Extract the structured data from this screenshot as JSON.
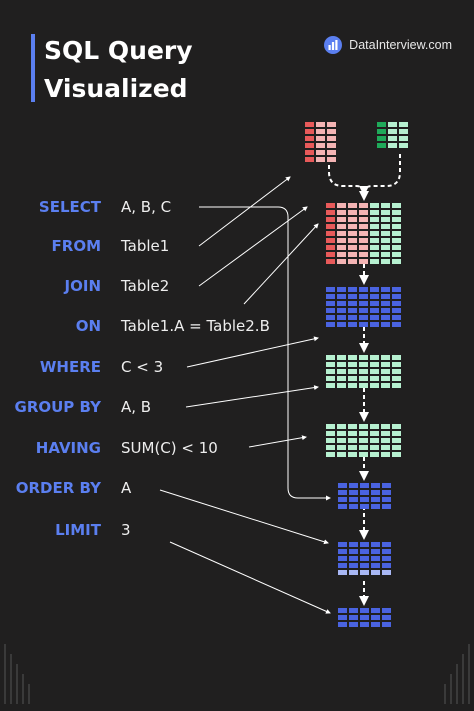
{
  "header": {
    "title_line1": "SQL Query",
    "title_line2": "Visualized",
    "brand": "DataInterview.com",
    "accent_color": "#5b7ff0"
  },
  "clauses": [
    {
      "keyword": "SELECT",
      "value": "A, B, C"
    },
    {
      "keyword": "FROM",
      "value": "Table1"
    },
    {
      "keyword": "JOIN",
      "value": "Table2"
    },
    {
      "keyword": "ON",
      "value": "Table1.A = Table2.B"
    },
    {
      "keyword": "WHERE",
      "value": "C < 3"
    },
    {
      "keyword": "GROUP BY",
      "value": "A, B"
    },
    {
      "keyword": "HAVING",
      "value": "SUM(C) < 10"
    },
    {
      "keyword": "ORDER BY",
      "value": "A"
    },
    {
      "keyword": "LIMIT",
      "value": "3"
    }
  ],
  "colors": {
    "red_light": "#f4b4b4",
    "red": "#e85a5a",
    "green_light": "#b6f0d0",
    "green": "#1faa5a",
    "blue": "#4a63e0",
    "blue_light": "#a9b8f5",
    "background": "#201f1f"
  }
}
